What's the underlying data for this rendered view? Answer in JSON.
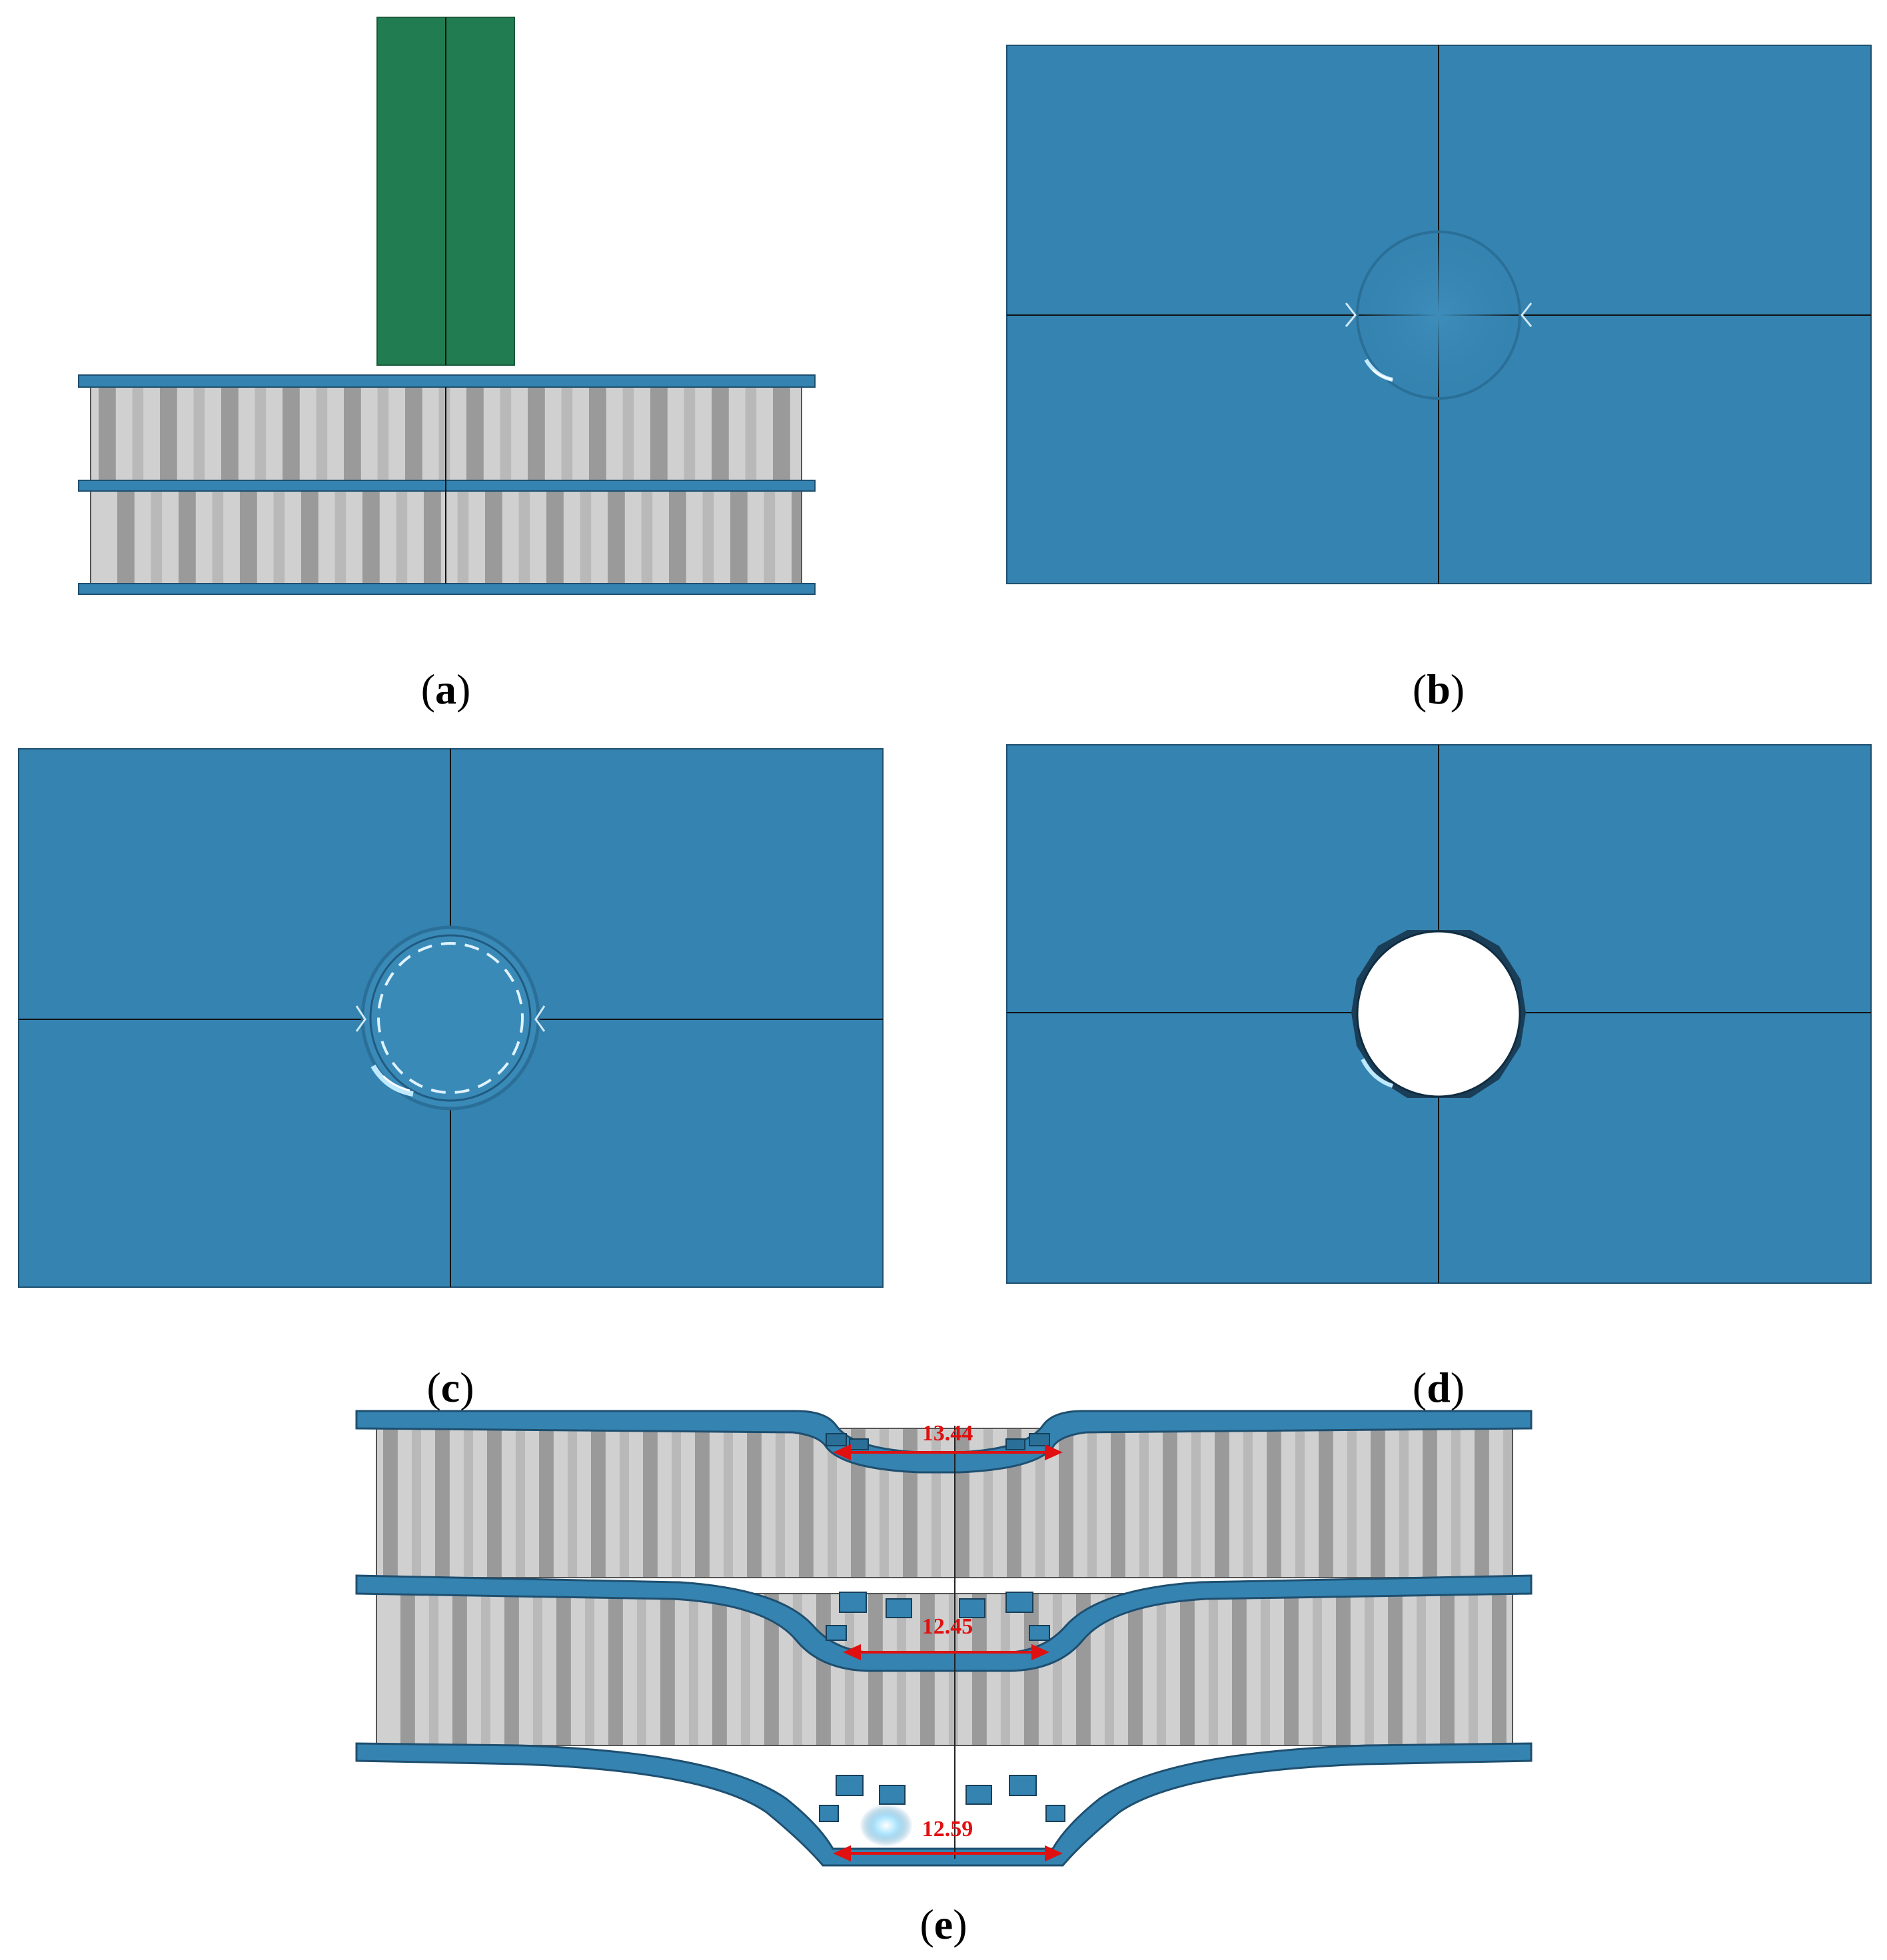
{
  "colors": {
    "plate_blue": "#3583b0",
    "plate_blue_dark": "#2a6f98",
    "plate_edge": "#1e4f70",
    "core_light": "#d0d0d0",
    "core_mid": "#b9b9b9",
    "core_dark": "#9a9a9a",
    "projectile_green": "#217c51",
    "dimension_red": "#e01010",
    "highlight": "#9fe0ff"
  },
  "panels": [
    {
      "id": "a",
      "label": "a",
      "view": "side view: projectile above double-layer honeycomb sandwich"
    },
    {
      "id": "b",
      "label": "b",
      "view": "top face plate: initial circular damage"
    },
    {
      "id": "c",
      "label": "c",
      "view": "top face plate: deepened circular dent"
    },
    {
      "id": "d",
      "label": "d",
      "view": "top face plate: perforated hole"
    },
    {
      "id": "e",
      "label": "e",
      "view": "section view of deformed sandwich"
    }
  ],
  "dimensions": {
    "top": "13.44",
    "middle": "12.45",
    "bottom": "12.59"
  }
}
